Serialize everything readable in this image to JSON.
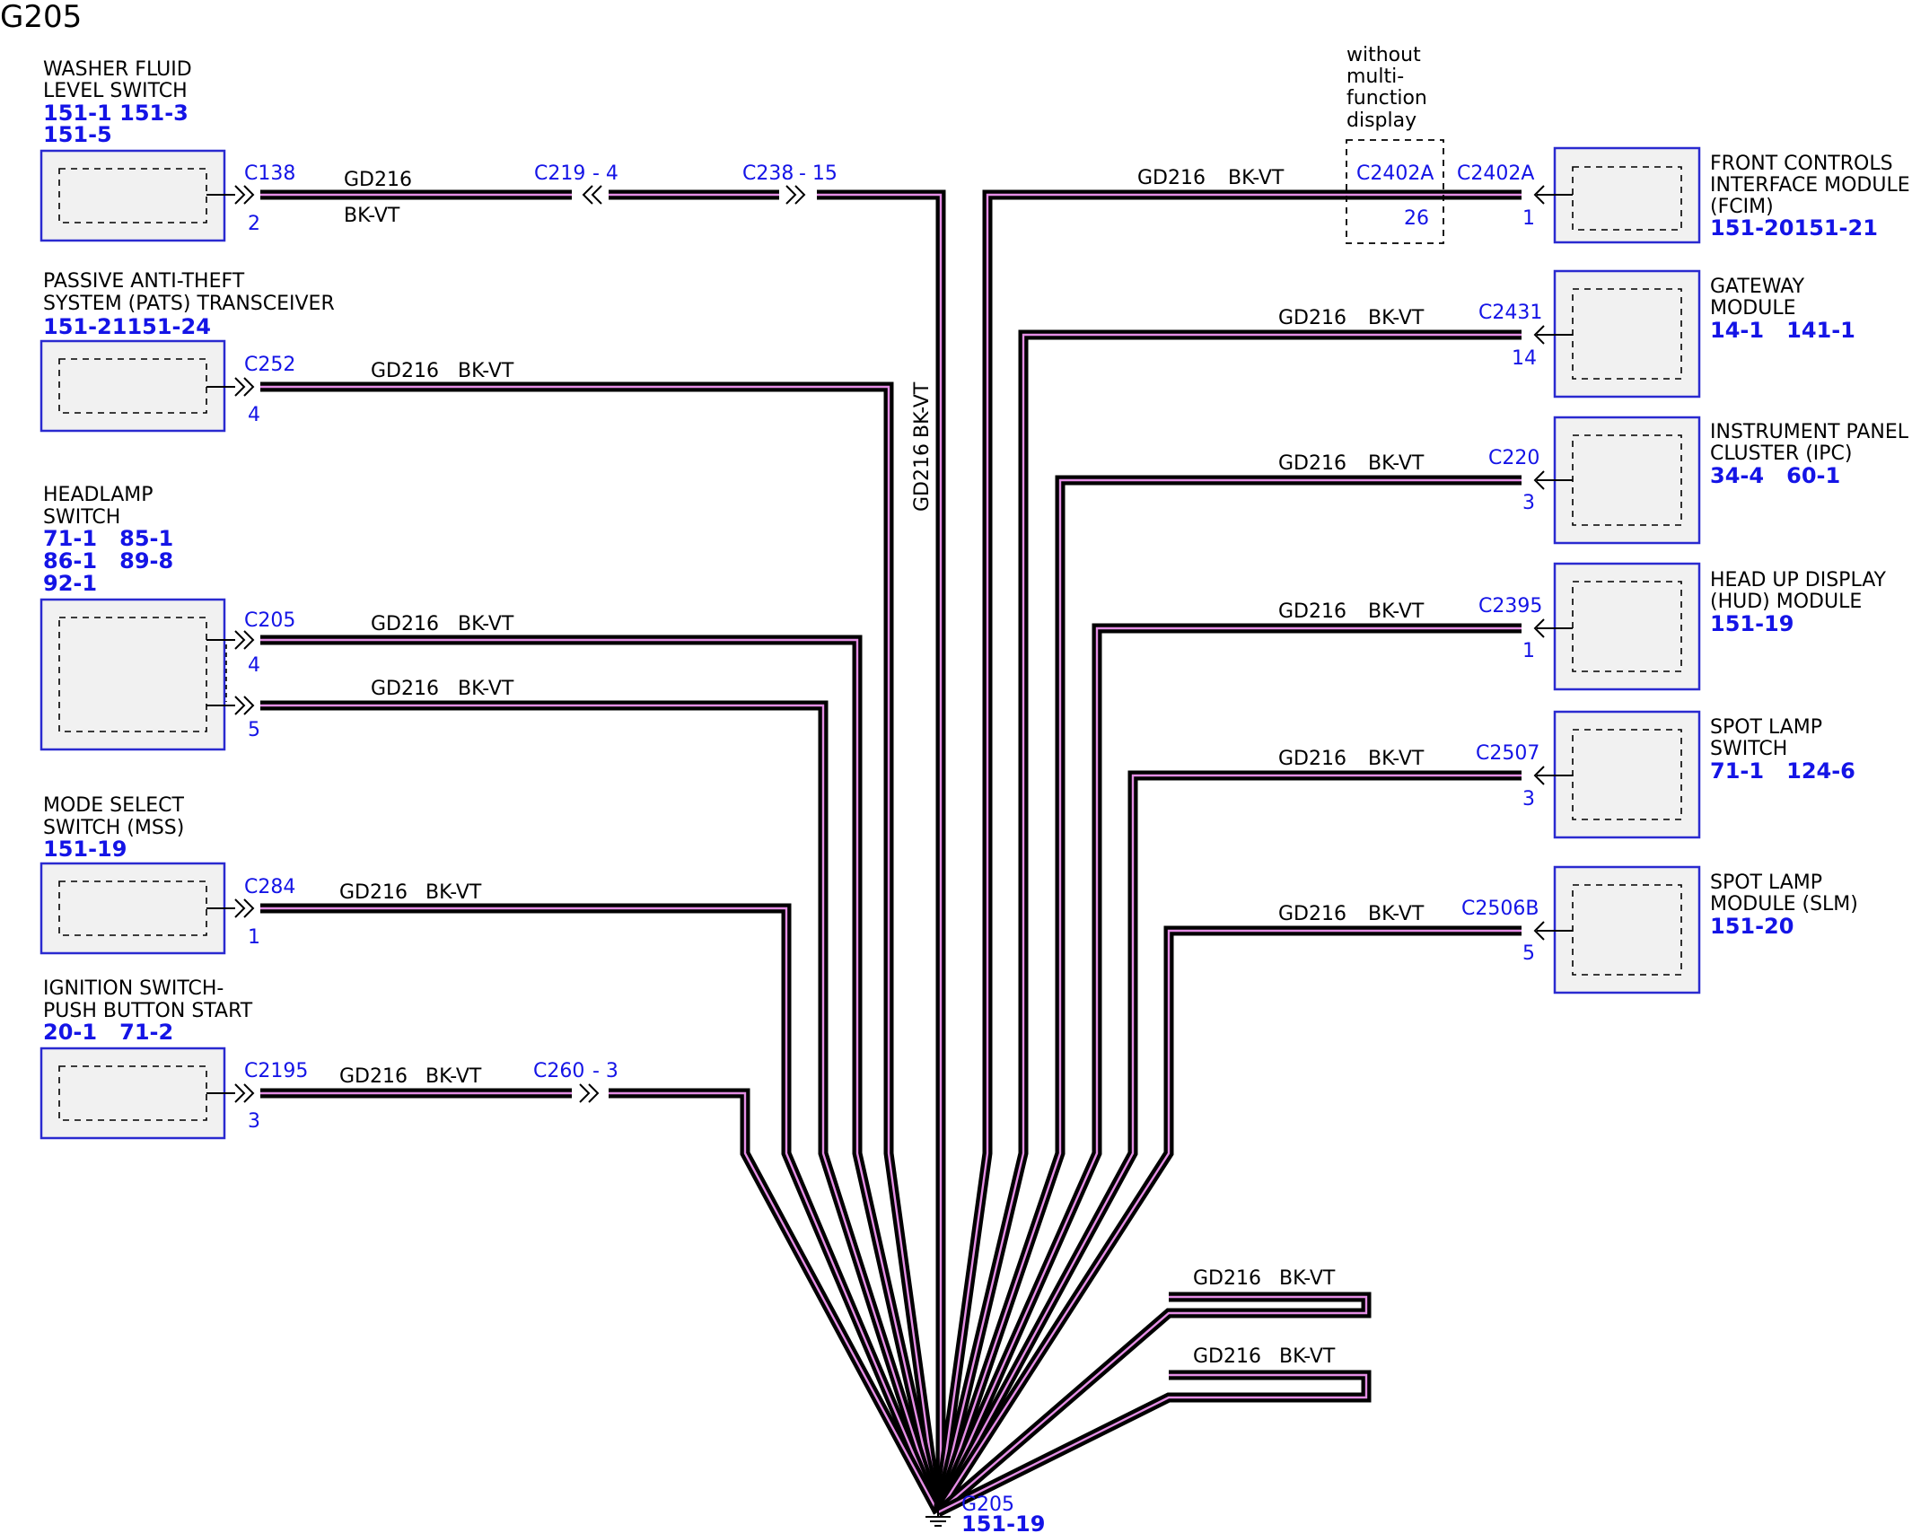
{
  "title": "G205",
  "ground": {
    "name": "G205",
    "ref": "151-19"
  },
  "left_components": [
    {
      "label_lines": [
        "WASHER FLUID",
        "LEVEL SWITCH"
      ],
      "refs": [
        "151-1 151-3",
        "151-5"
      ]
    },
    {
      "label_lines": [
        "PASSIVE ANTI-THEFT",
        "SYSTEM (PATS) TRANSCEIVER"
      ],
      "refs": [
        "151-21151-24"
      ]
    },
    {
      "label_lines": [
        "HEADLAMP",
        "SWITCH"
      ],
      "refs": [
        "71-1   85-1",
        "86-1   89-8",
        "92-1"
      ]
    },
    {
      "label_lines": [
        "MODE SELECT",
        "SWITCH (MSS)"
      ],
      "refs": [
        "151-19"
      ]
    },
    {
      "label_lines": [
        "IGNITION SWITCH-",
        "PUSH BUTTON START"
      ],
      "refs": [
        "20-1   71-2"
      ]
    }
  ],
  "right_components": [
    {
      "label_lines": [
        "FRONT CONTROLS",
        "INTERFACE MODULE",
        "(FCIM)"
      ],
      "refs": [
        "151-20151-21"
      ]
    },
    {
      "label_lines": [
        "GATEWAY",
        "MODULE"
      ],
      "refs": [
        "14-1   141-1"
      ]
    },
    {
      "label_lines": [
        "INSTRUMENT PANEL",
        "CLUSTER (IPC)"
      ],
      "refs": [
        "34-4   60-1"
      ]
    },
    {
      "label_lines": [
        "HEAD UP DISPLAY",
        "(HUD) MODULE"
      ],
      "refs": [
        "151-19"
      ]
    },
    {
      "label_lines": [
        "SPOT LAMP",
        "SWITCH"
      ],
      "refs": [
        "71-1   124-6"
      ]
    },
    {
      "label_lines": [
        "SPOT LAMP",
        "MODULE (SLM)"
      ],
      "refs": [
        "151-20"
      ]
    }
  ],
  "wire": {
    "circuit": "GD216",
    "color": "BK-VT"
  },
  "connectors": {
    "c138": {
      "name": "C138",
      "pin": "2"
    },
    "c219": {
      "name": "C219",
      "pin": "- 4"
    },
    "c238": {
      "name": "C238",
      "pin": "- 15"
    },
    "c252": {
      "name": "C252",
      "pin": "4"
    },
    "c205": {
      "name": "C205",
      "pin_a": "4",
      "pin_b": "5"
    },
    "c284": {
      "name": "C284",
      "pin": "1"
    },
    "c2195": {
      "name": "C2195",
      "pin": "3"
    },
    "c260": {
      "name": "C260",
      "pin": "- 3"
    },
    "c2402a_inline": {
      "name": "C2402A",
      "pin": "26"
    },
    "c2402a": {
      "name": "C2402A",
      "pin": "1"
    },
    "c2431": {
      "name": "C2431",
      "pin": "14"
    },
    "c220": {
      "name": "C220",
      "pin": "3"
    },
    "c2395": {
      "name": "C2395",
      "pin": "1"
    },
    "c2507": {
      "name": "C2507",
      "pin": "3"
    },
    "c2506b": {
      "name": "C2506B",
      "pin": "5"
    }
  },
  "option_note": [
    "without",
    "multi-",
    "function",
    "display"
  ]
}
